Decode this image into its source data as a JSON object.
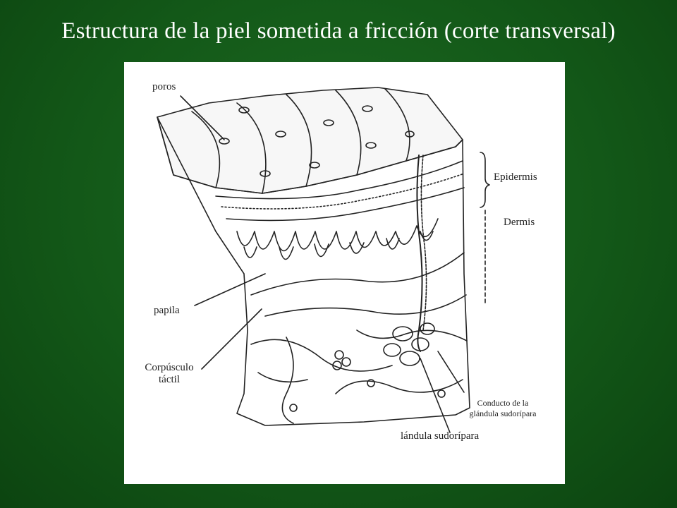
{
  "slide": {
    "title": "Estructura de la piel sometida a fricción (corte transversal)"
  },
  "diagram": {
    "labels": {
      "poros": "poros",
      "epidermis": "Epidermis",
      "dermis": "Dermis",
      "papila": "papila",
      "corpusculo_line1": "Corpúsculo",
      "corpusculo_line2": "táctil",
      "conducto_line1": "Conducto de la",
      "conducto_line2": "glándula sudorípara",
      "glandula": "lándula sudorípara"
    }
  },
  "colors": {
    "background": "#135818",
    "title_text": "#ffffff",
    "panel": "#ffffff",
    "ink": "#222222"
  }
}
